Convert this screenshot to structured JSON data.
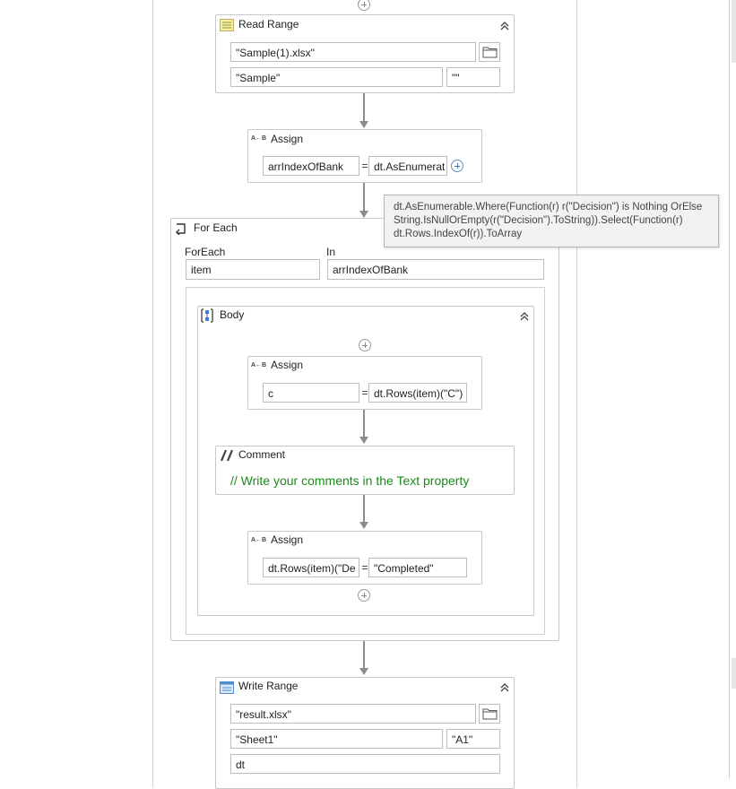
{
  "workflow": {
    "read_range": {
      "title": "Read Range",
      "file": "\"Sample(1).xlsx\"",
      "sheet": "\"Sample\"",
      "range": "\"\""
    },
    "assign_index": {
      "title": "Assign",
      "to": "arrIndexOfBank",
      "equals": "=",
      "value": "dt.AsEnumerat"
    },
    "tooltip": {
      "line1": "dt.AsEnumerable.Where(Function(r) r(\"Decision\") is Nothing OrElse",
      "line2": "String.IsNullOrEmpty(r(\"Decision\").ToString)).Select(Function(r)",
      "line3": "dt.Rows.IndexOf(r)).ToArray"
    },
    "for_each": {
      "title": "For Each",
      "foreach_label": "ForEach",
      "in_label": "In",
      "item": "item",
      "collection": "arrIndexOfBank",
      "body": {
        "title": "Body",
        "assign_c": {
          "title": "Assign",
          "to": "c",
          "equals": "=",
          "value": "dt.Rows(item)(\"C\")"
        },
        "comment": {
          "title": "Comment",
          "text": "// Write your comments in the Text property"
        },
        "assign_decision": {
          "title": "Assign",
          "to": "dt.Rows(item)(\"De",
          "equals": "=",
          "value": "\"Completed\""
        }
      }
    },
    "write_range": {
      "title": "Write Range",
      "file": "\"result.xlsx\"",
      "sheet": "\"Sheet1\"",
      "cell": "\"A1\"",
      "datatable": "dt"
    }
  },
  "icons": {
    "read_range": "excel-read-icon",
    "assign": "assign-icon",
    "for_each": "for-each-icon",
    "body": "sequence-icon",
    "comment": "comment-icon",
    "write_range": "excel-write-icon",
    "folder": "folder-icon",
    "add": "add-icon",
    "collapse": "collapse-icon"
  },
  "colors": {
    "comment_text": "#1a8a1a",
    "connector": "#8c8c8c",
    "border": "#c8c8c8"
  }
}
